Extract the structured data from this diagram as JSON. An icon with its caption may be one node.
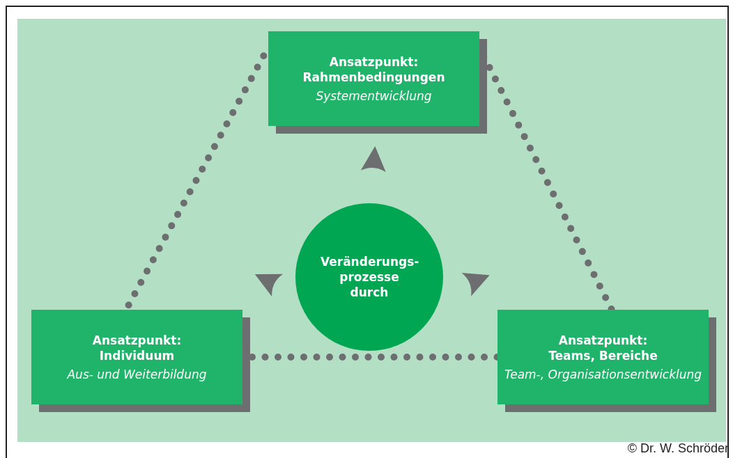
{
  "diagram": {
    "nodes": [
      {
        "text": [
          "Ansatzpunkt: Rahmenbedingungen",
          "Systementwicklung"
        ]
      },
      {
        "text": [
          "Veränderungs- prozesse durch"
        ]
      },
      {
        "text": [
          "Ansatzpunkt: Individuum",
          "Aus- und Weiterbildung"
        ]
      },
      {
        "text": [
          "Ansatzpunkt: Teams, Bereiche",
          "Team-, Organisationsentwicklung"
        ]
      }
    ],
    "edges": [
      {
        "from": 1,
        "to": 0,
        "arrow": "to"
      },
      {
        "from": 1,
        "to": 2,
        "arrow": "to"
      },
      {
        "from": 1,
        "to": 3,
        "arrow": "to"
      },
      {
        "from": 0,
        "to": 2,
        "arrow": "none",
        "style": "dashed"
      },
      {
        "from": 0,
        "to": 3,
        "arrow": "none",
        "style": "dashed"
      },
      {
        "from": 2,
        "to": 3,
        "arrow": "none",
        "style": "dashed"
      }
    ],
    "labels": [
      "© Dr. W. Schröder"
    ]
  }
}
